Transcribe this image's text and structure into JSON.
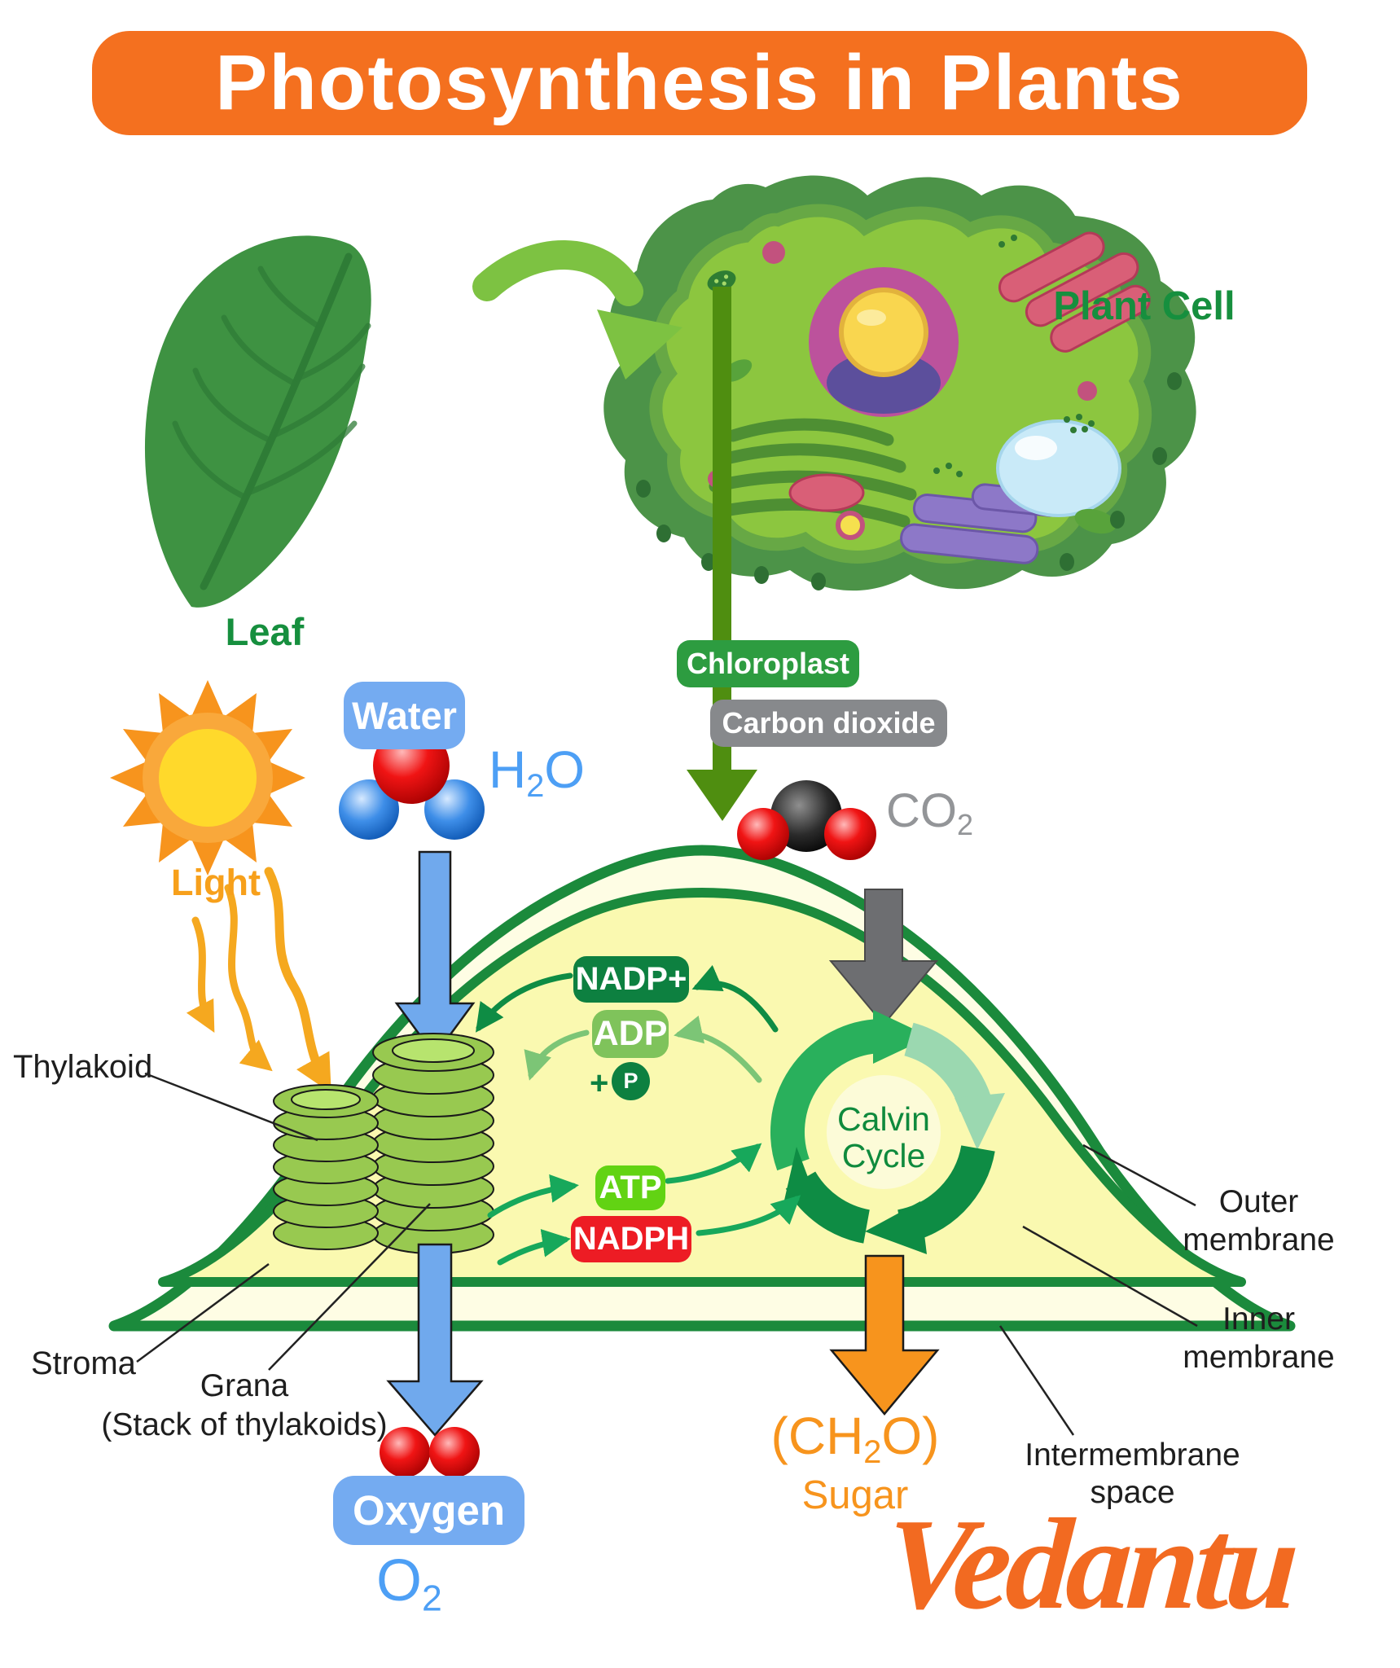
{
  "title": "Photosynthesis in Plants",
  "labels": {
    "leaf": "Leaf",
    "plant_cell": "Plant Cell",
    "chloroplast": "Chloroplast",
    "carbon_dioxide": "Carbon dioxide",
    "water": "Water",
    "light": "Light",
    "oxygen": "Oxygen",
    "sugar": "Sugar",
    "thylakoid": "Thylakoid",
    "stroma": "Stroma",
    "grana": "Grana",
    "grana_sub": "(Stack of thylakoids)",
    "outer_membrane_1": "Outer",
    "outer_membrane_2": "membrane",
    "inner_membrane_1": "Inner",
    "inner_membrane_2": "membrane",
    "intermembrane_1": "Intermembrane",
    "intermembrane_2": "space"
  },
  "molecules": {
    "h2o": {
      "pre": "H",
      "sub": "2",
      "post": "O"
    },
    "co2": {
      "pre": "CO",
      "sub": "2",
      "post": ""
    },
    "o2": {
      "pre": "O",
      "sub": "2",
      "post": ""
    },
    "ch2o": {
      "pre": "(CH",
      "sub": "2",
      "post": "O)"
    }
  },
  "cycle": {
    "nadp": "NADP+",
    "adp": "ADP",
    "plus": "+",
    "p": "P",
    "atp": "ATP",
    "nadph": "NADPH",
    "calvin_1": "Calvin",
    "calvin_2": "Cycle"
  },
  "brand": "Vedantu",
  "icons": {
    "sun": "sun-icon",
    "leaf": "leaf-illustration",
    "plant_cell": "plant-cell-illustration",
    "h2o_molecule": "water-molecule-icon",
    "co2_molecule": "co2-molecule-icon",
    "o2_molecule": "oxygen-molecule-icon",
    "grana": "grana-stack-illustration",
    "calvin": "calvin-cycle-arrows"
  },
  "colors": {
    "banner_orange": "#F4701F",
    "label_green": "#168F3E",
    "badge_green": "#2D9C40",
    "badge_gray": "#87898C",
    "badge_blue": "#74ABF1",
    "nadp_green": "#0D8040",
    "adp_green": "#7FC35B",
    "atp_green": "#62D313",
    "nadph_red": "#ED1C24",
    "arrow_olive": "#4F8E10",
    "arrow_gray": "#6D6E71",
    "arrow_blue": "#70A9ED",
    "arrow_orange": "#F7941D",
    "formula_blue": "#4D9FF5",
    "formula_gray": "#939598",
    "light_orange": "#F7A01B",
    "membrane_green": "#1B8A3C",
    "stroma_yellow": "#FAF9B0",
    "outer_band_yellow": "#FEFDE4",
    "brand_orange": "#F26A21"
  }
}
